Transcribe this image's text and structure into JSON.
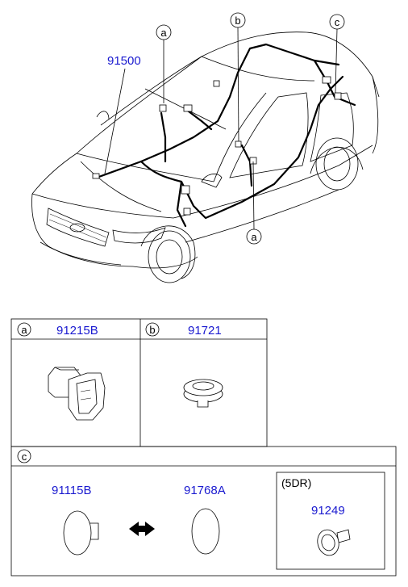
{
  "callouts": {
    "main_harness": "91500",
    "a": "a",
    "b": "b",
    "c": "c"
  },
  "table": {
    "cell_a": {
      "letter": "a",
      "part_number": "91215B"
    },
    "cell_b": {
      "letter": "b",
      "part_number": "91721"
    },
    "section_c": {
      "letter": "c",
      "part1": "91115B",
      "part2": "91768A",
      "variant_label": "(5DR)",
      "part3": "91249"
    }
  }
}
